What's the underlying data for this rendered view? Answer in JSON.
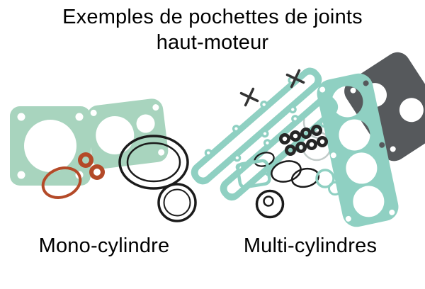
{
  "title": {
    "line1": "Exemples de pochettes de joints",
    "line2": "haut-moteur"
  },
  "captions": {
    "mono": "Mono-cylindre",
    "multi": "Multi-cylindres"
  },
  "colors": {
    "background": "#ffffff",
    "text": "#000000",
    "gasket_green": "#a8d4be",
    "gasket_teal": "#8fd0c2",
    "seal_rust": "#b44a28",
    "ring_black": "#1b1b1b",
    "metal_gray": "#56595c",
    "light_gray": "#c2cbc9"
  }
}
